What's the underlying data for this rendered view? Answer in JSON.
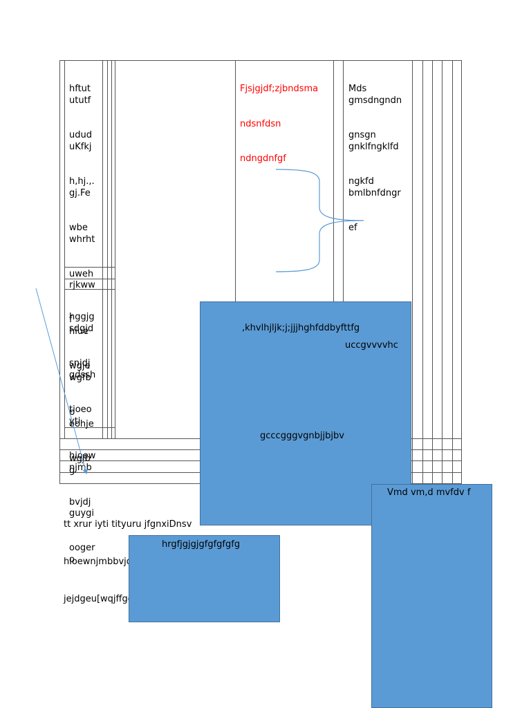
{
  "table": {
    "left_column_top": [
      "hftut",
      "ututf",
      "udud",
      "uKfkj",
      "h,hj.,.",
      "gj.Fe",
      "wbe",
      "whrht",
      "uweh",
      "rjkww",
      "f",
      "hiue",
      "wgje",
      "wgfb",
      "b",
      "oohje",
      "wgjb",
      "g"
    ],
    "left_column_bottom": [
      "hggjg",
      "sdgjd",
      "snjdj",
      "gdssh",
      "tioeo",
      "yti",
      "hioew",
      "njmb",
      "bvjdj",
      "guygi",
      "ooger",
      "o"
    ],
    "red_text": [
      "Fjsjgjdf;zjbndsma",
      "ndsnfdsn",
      "ndngdnfgf"
    ],
    "right_text": [
      "Mds",
      "gmsdngndn",
      "gnsgn",
      "gnklfngklfd",
      "ngkfd",
      "bmlbnfdngr",
      "ef"
    ],
    "red_color": "#ff0000"
  },
  "paragraph": {
    "lines": [
      "tt xrur iyti tityuru jfgnxiDnsv",
      "hioewnjmbbvjdjguygioogerc",
      "jejdgeu[wqjffggggggfneqoh"
    ]
  },
  "boxes": {
    "main": {
      "line1": ",khvlhjljk;j;jjjhghfddbyfttfg",
      "line2": "uccgvvvvhc",
      "line3": "gcccgggvgnbjjbjbv"
    },
    "small": {
      "label": "hrgfjgjgjgfgfgfgfg"
    },
    "tall": {
      "label": "Vmd vm,d mvfdv f"
    },
    "fill_color": "#5b9bd5",
    "line_color": "#5b9bd5"
  }
}
